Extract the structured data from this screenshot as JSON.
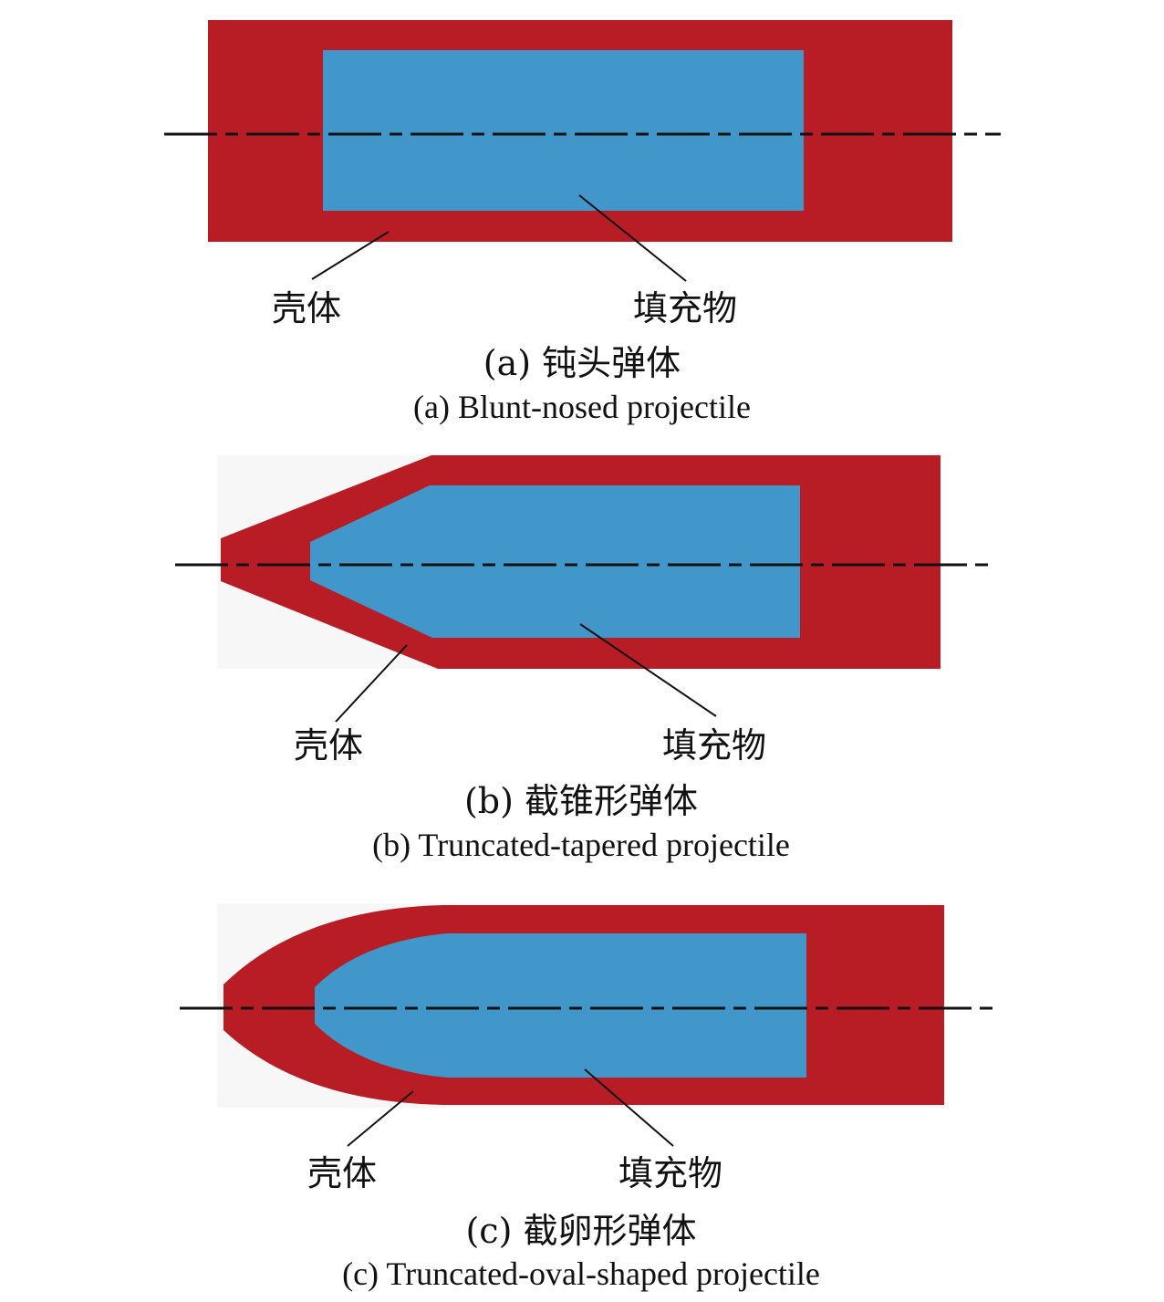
{
  "colors": {
    "shell": "#b81d26",
    "filler": "#4197c9",
    "background_shade": "#f7f7f7",
    "line": "#111111"
  },
  "panels": [
    {
      "id": "a",
      "shell_label": "壳体",
      "filler_label": "填充物",
      "caption_cn": "(a) 钝头弹体",
      "caption_en": "(a) Blunt-nosed projectile"
    },
    {
      "id": "b",
      "shell_label": "壳体",
      "filler_label": "填充物",
      "caption_cn": "(b) 截锥形弹体",
      "caption_en": "(b) Truncated-tapered projectile"
    },
    {
      "id": "c",
      "shell_label": "壳体",
      "filler_label": "填充物",
      "caption_cn": "(c) 截卵形弹体",
      "caption_en": "(c) Truncated-oval-shaped projectile"
    }
  ]
}
